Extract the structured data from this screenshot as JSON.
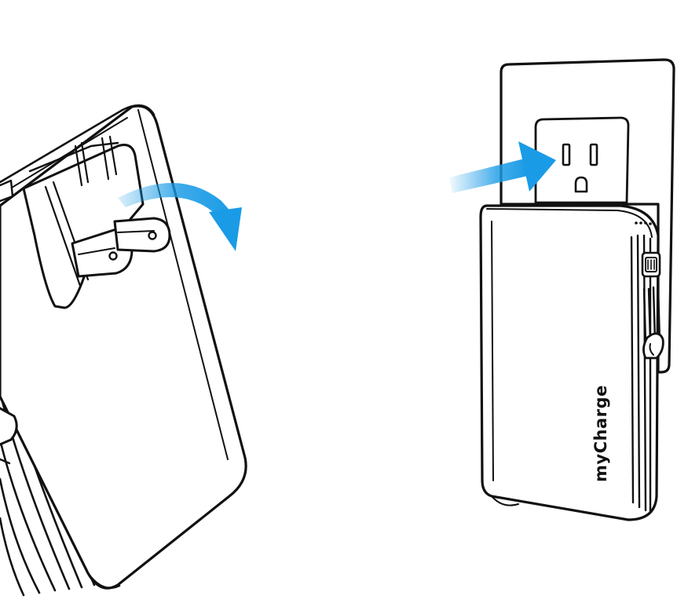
{
  "illustration": {
    "left_panel": {
      "device": "power-bank",
      "state": "prongs-unfolding",
      "arrow_direction": "rotate-clockwise"
    },
    "right_panel": {
      "device": "power-bank",
      "state": "plugged-into-wall-outlet",
      "arrow_direction": "right",
      "brand_label": "myCharge"
    }
  },
  "colors": {
    "line": "#111111",
    "fill": "#ffffff",
    "arrow_accent": "#1a9be6",
    "arrow_fade": "#cfe9f9"
  }
}
